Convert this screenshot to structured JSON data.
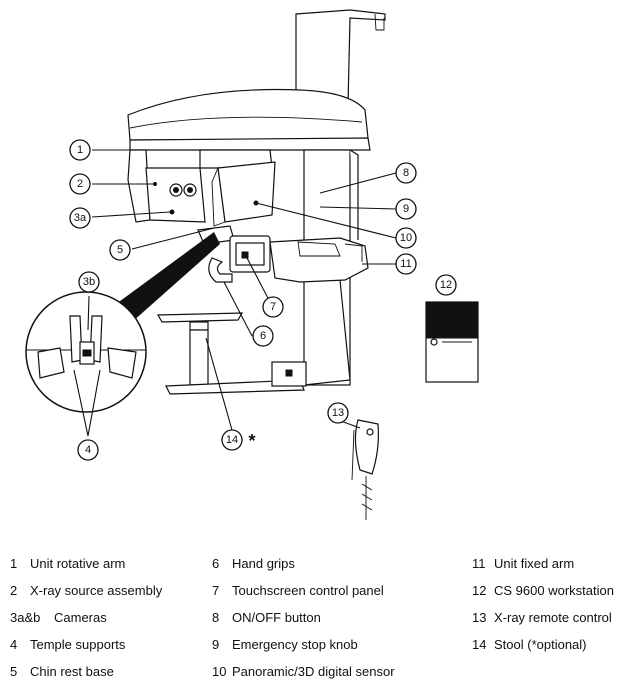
{
  "callouts": [
    "1",
    "2",
    "3a",
    "3b",
    "4",
    "5",
    "6",
    "7",
    "8",
    "9",
    "10",
    "11",
    "12",
    "13",
    "14"
  ],
  "star_mark": "*",
  "legend": [
    {
      "num": "1",
      "label": "Unit rotative arm"
    },
    {
      "num": "2",
      "label": "X-ray source assembly"
    },
    {
      "num": "3a&b",
      "label": "Cameras"
    },
    {
      "num": "4",
      "label": "Temple supports"
    },
    {
      "num": "5",
      "label": "Chin rest base"
    },
    {
      "num": "6",
      "label": "Hand grips"
    },
    {
      "num": "7",
      "label": "Touchscreen control panel"
    },
    {
      "num": "8",
      "label": "ON/OFF button"
    },
    {
      "num": "9",
      "label": "Emergency stop knob"
    },
    {
      "num": "10",
      "label": "Panoramic/3D digital sensor"
    },
    {
      "num": "11",
      "label": "Unit fixed arm"
    },
    {
      "num": "12",
      "label": "CS 9600 workstation"
    },
    {
      "num": "13",
      "label": "X-ray remote control"
    },
    {
      "num": "14",
      "label": "Stool (*optional)"
    }
  ]
}
